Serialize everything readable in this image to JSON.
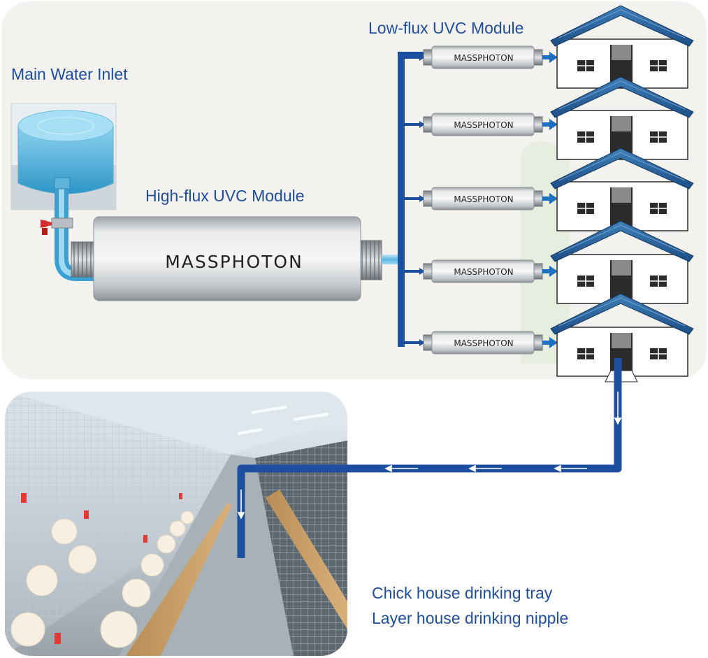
{
  "labels": {
    "main_water_inlet": "Main Water Inlet",
    "high_flux_module": "High-flux UVC Module",
    "low_flux_module": "Low-flux UVC Module",
    "use_line_1": "Chick house drinking tray",
    "use_line_2": "Layer house drinking nipple"
  },
  "brand": {
    "high_flux_text": "MASSPHOTON",
    "low_flux_text": "MASSPHOTON"
  },
  "low_flux_modules": [
    "MASSPHOTON",
    "MASSPHOTON",
    "MASSPHOTON",
    "MASSPHOTON",
    "MASSPHOTON"
  ],
  "houses_count": 5,
  "colors": {
    "label_text": "#1f4e9c",
    "pipe_dark": "#1c4fa0",
    "pipe_light": "#7fc8ea",
    "roof": "#2f6aa3",
    "module_body": "#cfd3d6",
    "valve_red": "#d32f2f",
    "tank_water": "#4fb0d8",
    "background": "#f3f2ee",
    "poultry_floor": "#c9a06a"
  },
  "icons": {
    "tank": "water-tank-icon",
    "valve": "valve-icon",
    "house": "poultry-house-icon",
    "arrow": "flow-arrow-icon"
  }
}
